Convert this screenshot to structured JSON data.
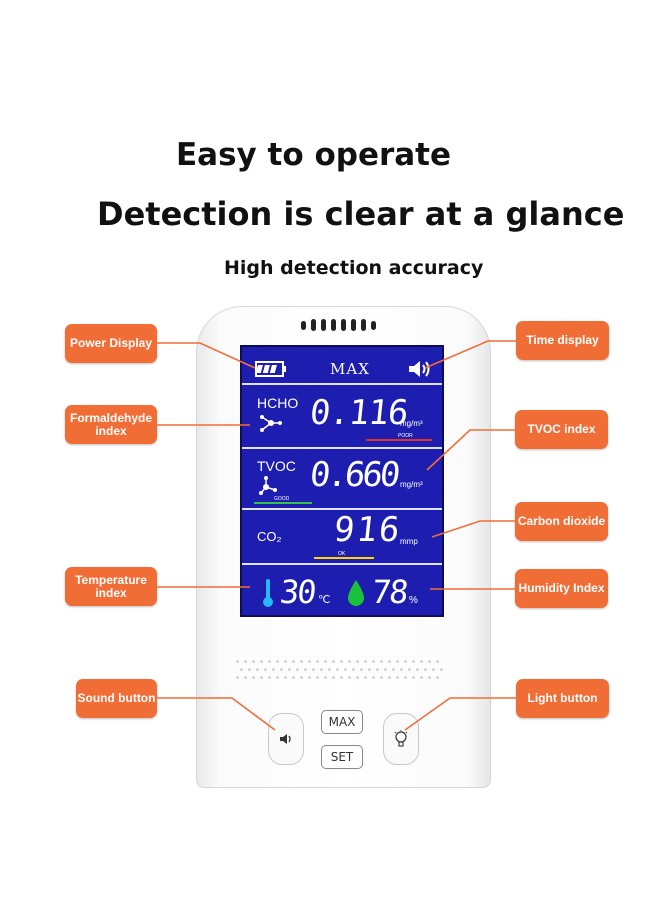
{
  "headline": {
    "line1": "Easy to operate",
    "line2": "Detection is clear at a glance",
    "subtitle": "High detection accuracy"
  },
  "display": {
    "top_label": "MAX",
    "hcho": {
      "label": "HCHO",
      "value": "0.116",
      "unit": "mg/m³",
      "status": "POOR"
    },
    "tvoc": {
      "label": "TVOC",
      "value": "0.660",
      "unit": "mg/m³",
      "status": "GOOD"
    },
    "co2": {
      "label": "CO₂",
      "value": "916",
      "unit": "mmp",
      "status": "OK"
    },
    "temperature": {
      "value": "30",
      "unit": "℃"
    },
    "humidity": {
      "value": "78",
      "unit": "%"
    }
  },
  "callouts": {
    "power": "Power Display",
    "time": "Time display",
    "formaldehyde_1": "Formaldehyde",
    "formaldehyde_2": "index",
    "tvoc": "TVOC index",
    "co2": "Carbon dioxide",
    "temperature_1": "Temperature",
    "temperature_2": "index",
    "humidity": "Humidity Index",
    "sound": "Sound button",
    "light": "Light button"
  },
  "buttons": {
    "max": "MAX",
    "set": "SET"
  },
  "colors": {
    "callout": "#f16d36",
    "screen": "#1d1eb0",
    "poor": "#e0302a",
    "good": "#35c24a",
    "ok": "#ffd400",
    "thermo": "#27b7ff",
    "drop": "#19c23a"
  },
  "icons": [
    "battery-icon",
    "speaker-icon",
    "molecule-icon",
    "thermometer-icon",
    "droplet-icon",
    "bulb-icon"
  ]
}
